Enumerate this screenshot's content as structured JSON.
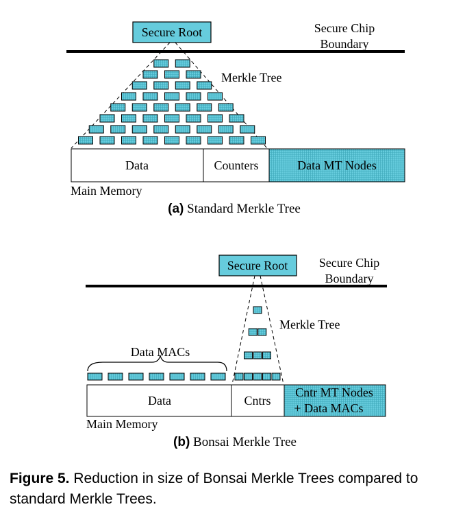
{
  "colors": {
    "node_fill": "#66ccdd",
    "node_stroke": "#000000",
    "line": "#000000",
    "background": "#ffffff"
  },
  "diagram_a": {
    "secure_root": "Secure Root",
    "boundary_line1": "Secure Chip",
    "boundary_line2": "Boundary",
    "merkle_tree_label": "Merkle Tree",
    "memory_data": "Data",
    "memory_counters": "Counters",
    "memory_nodes": "Data MT Nodes",
    "main_memory": "Main Memory",
    "subcaption_tag": "(a)",
    "subcaption_text": " Standard Merkle Tree",
    "tree_row_counts": [
      2,
      3,
      4,
      5,
      6,
      7,
      8,
      9
    ]
  },
  "diagram_b": {
    "secure_root": "Secure Root",
    "boundary_line1": "Secure Chip",
    "boundary_line2": "Boundary",
    "merkle_tree_label": "Merkle Tree",
    "data_macs_label": "Data MACs",
    "memory_data": "Data",
    "memory_cntrs": "Cntrs",
    "memory_nodes_line1": "Cntr MT Nodes",
    "memory_nodes_line2": "+ Data MACs",
    "main_memory": "Main Memory",
    "subcaption_tag": "(b)",
    "subcaption_text": " Bonsai Merkle Tree",
    "tree_row_counts": [
      1,
      2,
      3,
      5
    ],
    "mac_count": 7
  },
  "caption": {
    "label": "Figure 5.",
    "text": " Reduction in size of Bonsai Merkle Trees compared to standard Merkle Trees."
  }
}
